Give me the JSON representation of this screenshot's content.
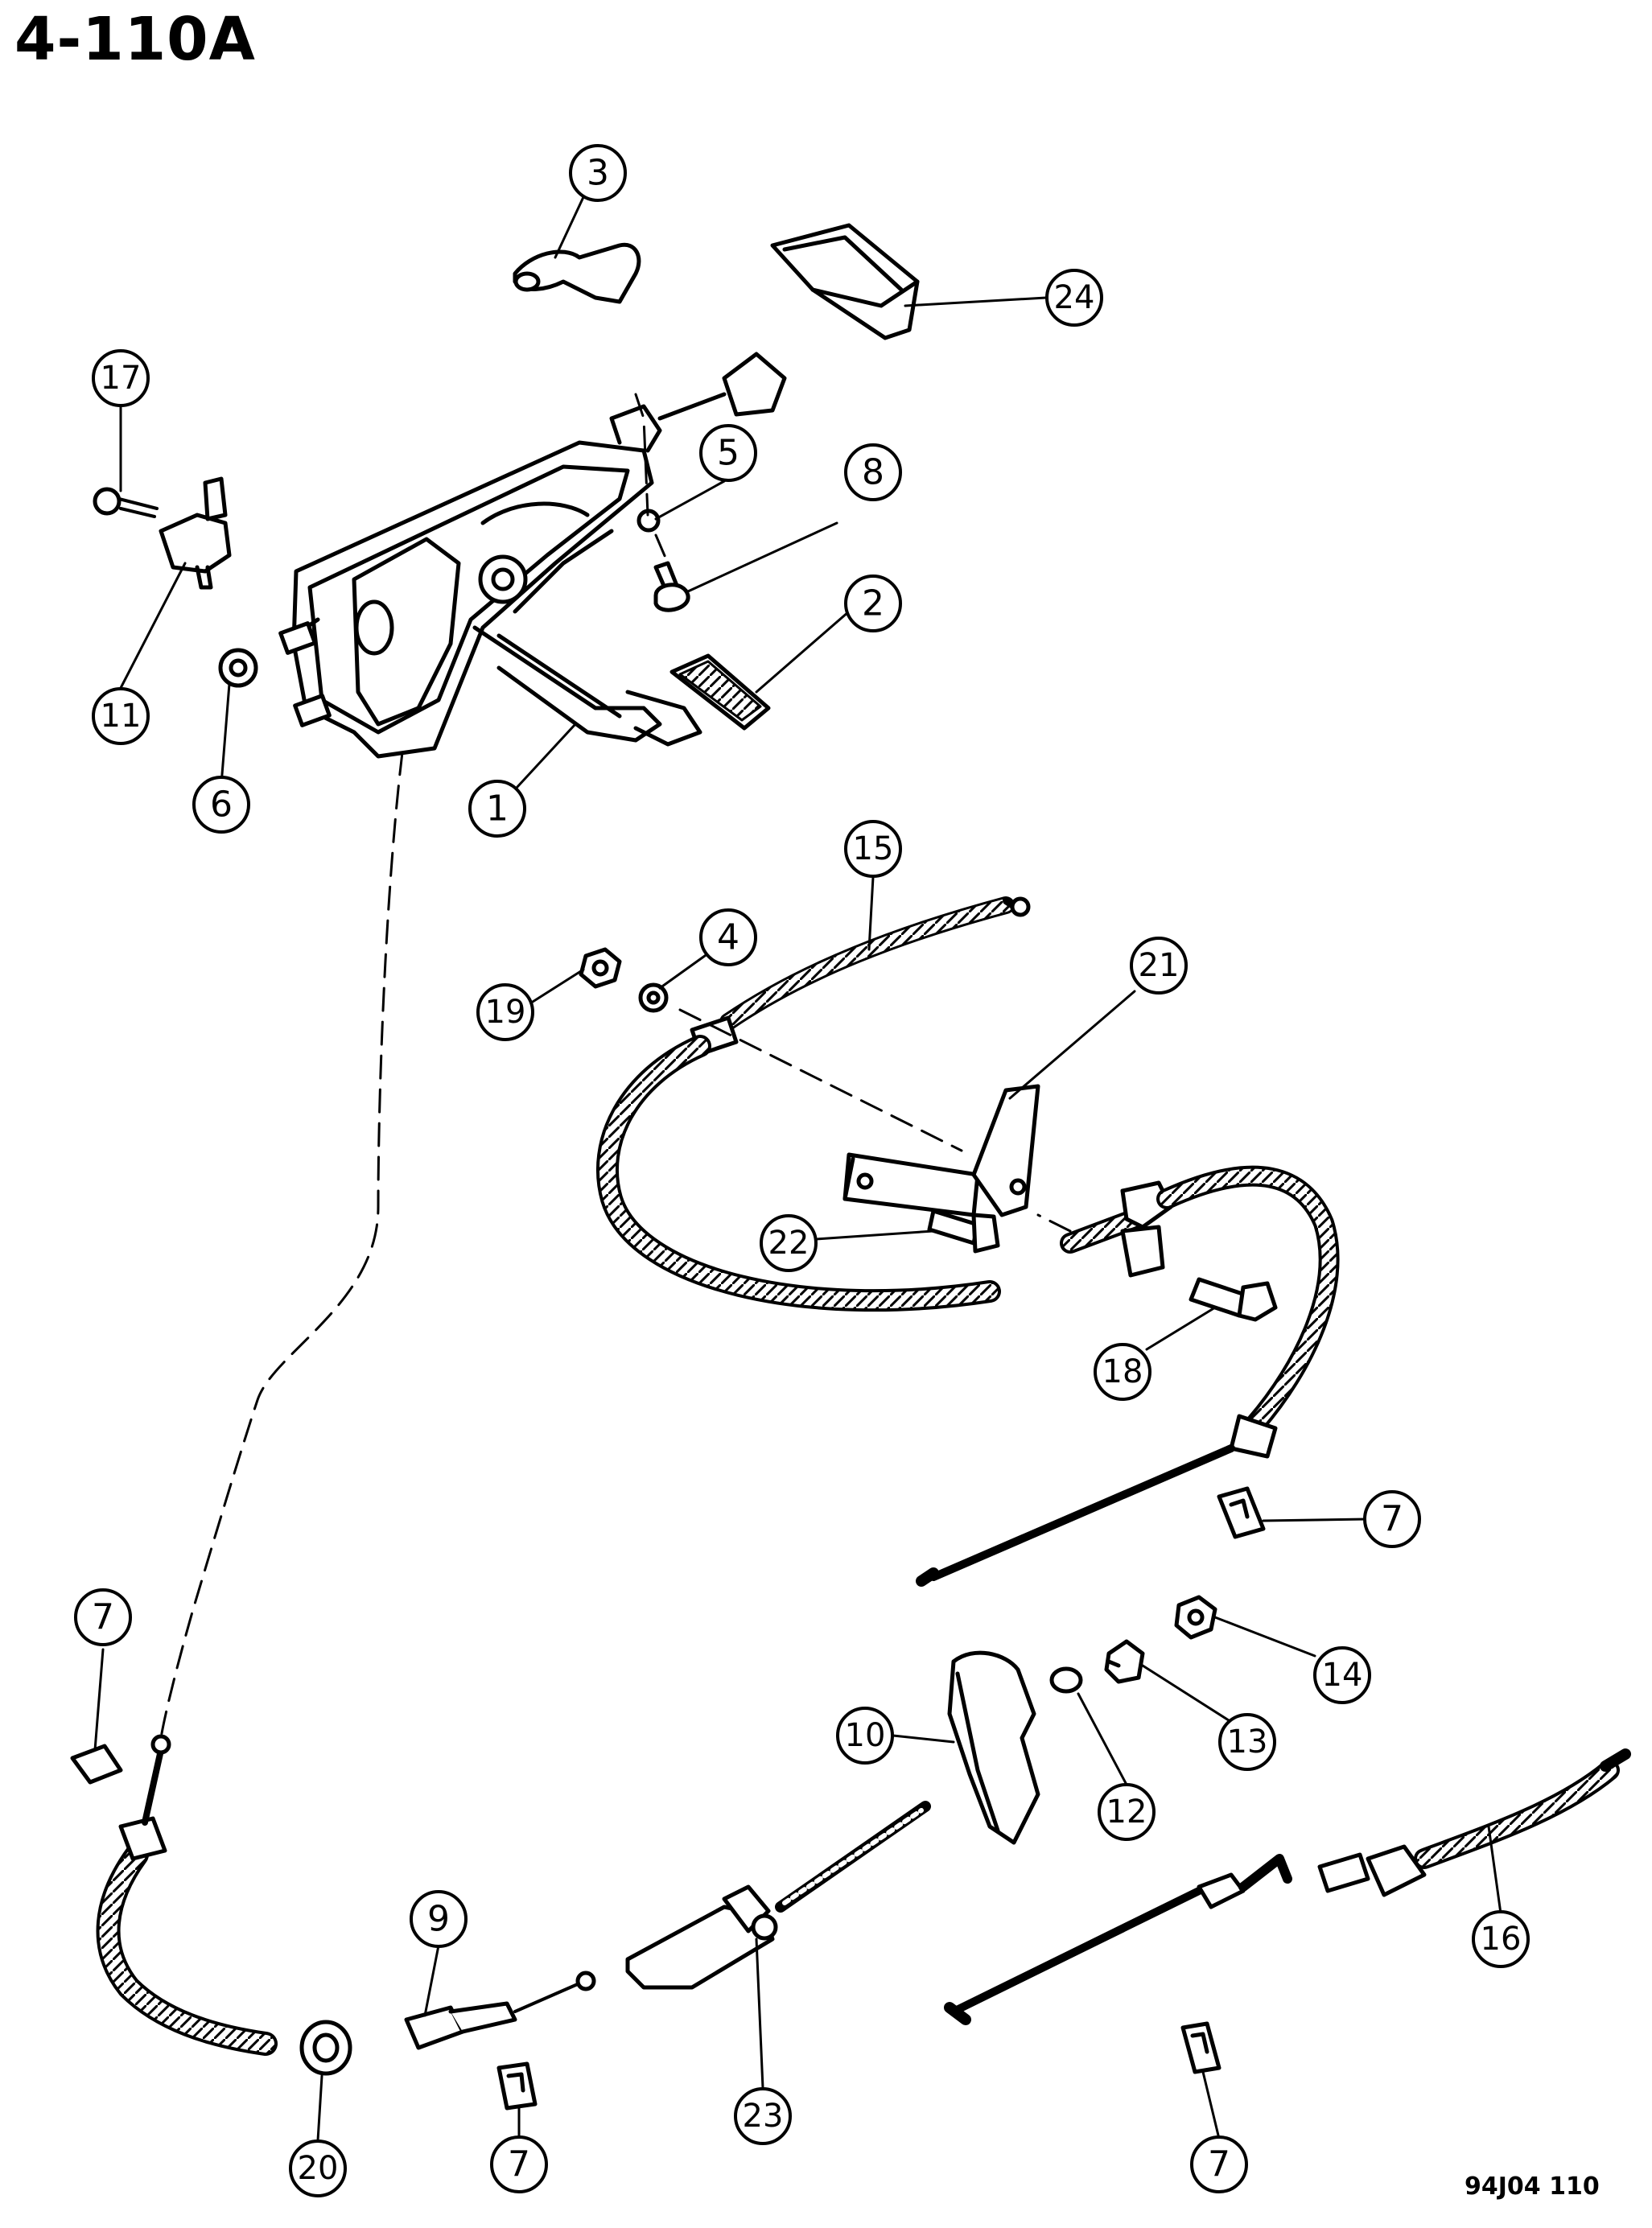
{
  "page": {
    "id": "4-110A",
    "figure_code": "94J04 110"
  },
  "callouts": {
    "c1": "1",
    "c2": "2",
    "c3": "3",
    "c4": "4",
    "c5": "5",
    "c6": "6",
    "c7": "7",
    "c8": "8",
    "c9": "9",
    "c10": "10",
    "c11": "11",
    "c12": "12",
    "c13": "13",
    "c14": "14",
    "c15": "15",
    "c16": "16",
    "c17": "17",
    "c18": "18",
    "c19": "19",
    "c20": "20",
    "c21": "21",
    "c22": "22",
    "c23": "23",
    "c24": "24"
  }
}
